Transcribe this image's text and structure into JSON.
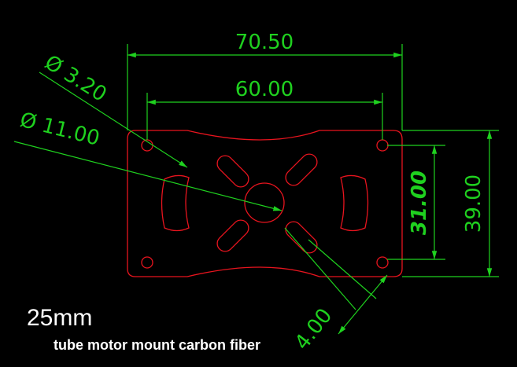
{
  "colors": {
    "background": "#000000",
    "part_outline": "#e8141e",
    "dimension": "#1fd11f",
    "caption": "#ffffff"
  },
  "dimensions": {
    "overall_width": "70.50",
    "hole_spacing_width": "60.00",
    "hole_diameter": "Ø 3.20",
    "center_hole_diameter": "Ø 11.00",
    "hole_spacing_height": "31.00",
    "overall_height": "39.00",
    "slot_width": "4.00"
  },
  "caption": {
    "size": "25mm",
    "description": "tube motor mount carbon fiber"
  }
}
